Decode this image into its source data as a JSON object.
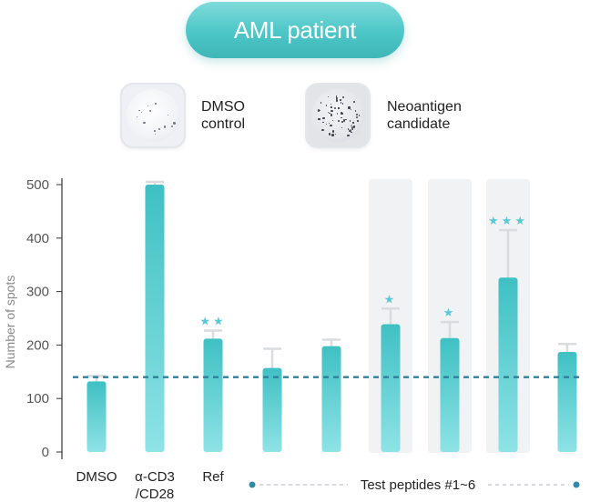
{
  "header": {
    "title": "AML patient"
  },
  "legend": {
    "items": [
      {
        "label_line1": "DMSO",
        "label_line2": "control",
        "icon": "dmso-well-image"
      },
      {
        "label_line1": "Neoantigen",
        "label_line2": "candidate",
        "icon": "neoantigen-well-image"
      }
    ]
  },
  "colors": {
    "bar_top": "#3fc0c3",
    "bar_bottom": "#8ee3e6",
    "error": "#d9dcdf",
    "highlight_band": "#f1f2f4",
    "threshold": "#2f7f9a",
    "bracket_dots": "#2f8aa6",
    "star": "#58c8d8"
  },
  "chart_data": {
    "type": "bar",
    "ylabel": "Number of spots",
    "ylim": [
      0,
      510
    ],
    "yticks": [
      0,
      100,
      200,
      300,
      400,
      500
    ],
    "grid": false,
    "categories": [
      "DMSO",
      "α-CD3\n/CD28",
      "Ref",
      "",
      "",
      "",
      "",
      "",
      ""
    ],
    "category_labels": [
      {
        "line1": "DMSO",
        "line2": ""
      },
      {
        "line1": "α-CD3",
        "line2": "/CD28"
      },
      {
        "line1": "Ref",
        "line2": ""
      }
    ],
    "values": [
      132,
      500,
      212,
      157,
      198,
      239,
      213,
      326,
      187
    ],
    "errors": [
      10,
      5,
      15,
      36,
      12,
      29,
      30,
      89,
      15
    ],
    "significance": [
      "",
      "",
      "★★",
      "",
      "",
      "★",
      "★",
      "★★★",
      ""
    ],
    "highlighted": [
      false,
      false,
      false,
      false,
      false,
      true,
      true,
      true,
      false
    ],
    "threshold": 140,
    "group_bracket": {
      "label": "Test peptides #1~6",
      "from_index": 3,
      "to_index": 8
    }
  }
}
